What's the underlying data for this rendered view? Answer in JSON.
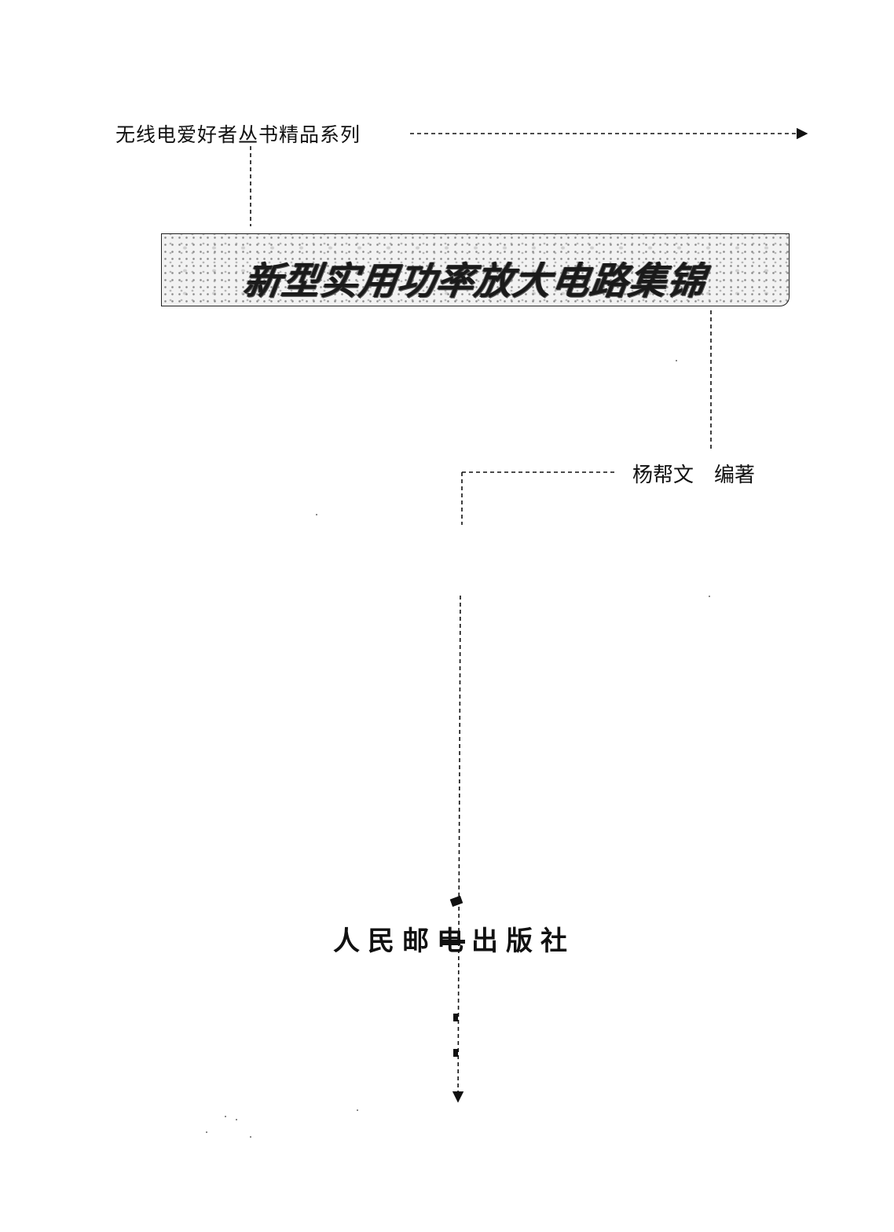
{
  "cover": {
    "series": "无线电爱好者丛书精品系列",
    "title": "新型实用功率放大电路集锦",
    "author": "杨帮文　编著",
    "publisher": "人民邮电出版社"
  },
  "colors": {
    "ink": "#111111",
    "banner_texture": "#f2f2f2"
  }
}
